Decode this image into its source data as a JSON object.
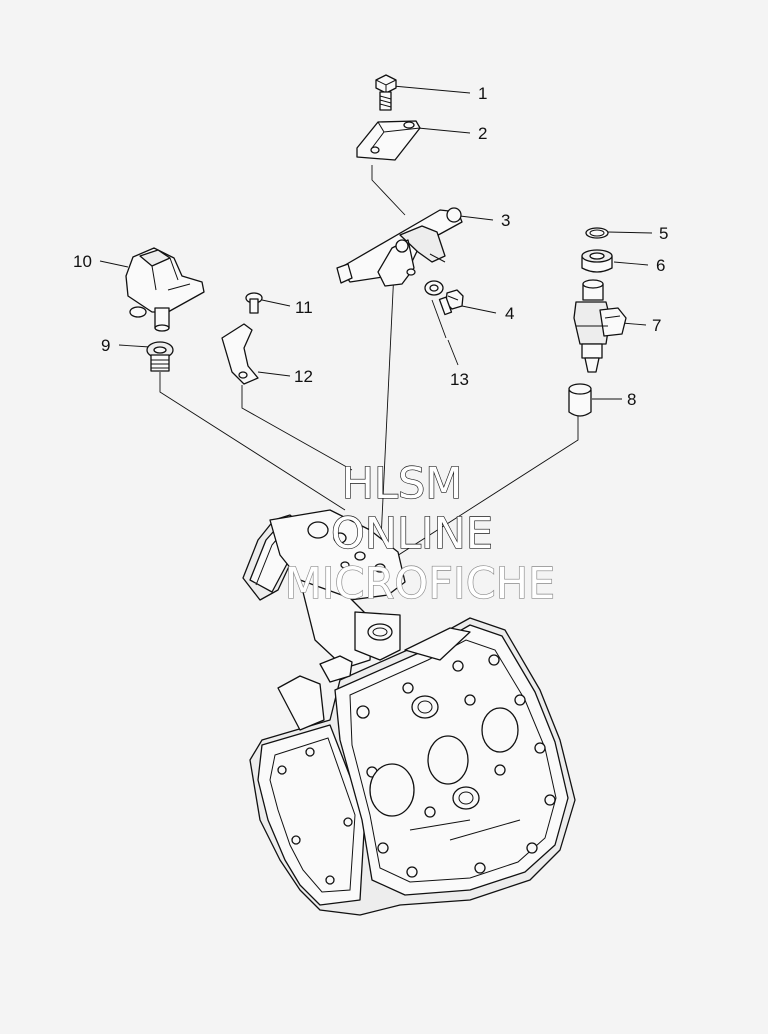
{
  "callouts": [
    {
      "id": "1",
      "label": "1"
    },
    {
      "id": "2",
      "label": "2"
    },
    {
      "id": "3",
      "label": "3"
    },
    {
      "id": "4",
      "label": "4"
    },
    {
      "id": "5",
      "label": "5"
    },
    {
      "id": "6",
      "label": "6"
    },
    {
      "id": "7",
      "label": "7"
    },
    {
      "id": "8",
      "label": "8"
    },
    {
      "id": "9",
      "label": "9"
    },
    {
      "id": "10",
      "label": "10"
    },
    {
      "id": "11",
      "label": "11"
    },
    {
      "id": "12",
      "label": "12"
    },
    {
      "id": "13",
      "label": "13"
    }
  ],
  "watermark": {
    "line1": "HLSM",
    "line2": "ONLINE",
    "line3": "MICROFICHE"
  }
}
